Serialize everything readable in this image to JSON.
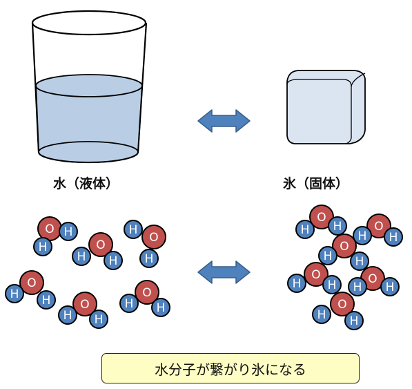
{
  "labels": {
    "water": "水（液体）",
    "ice": "氷（固体）"
  },
  "caption": "水分子が繋がり氷になる",
  "atoms": {
    "oxygen": "O",
    "hydrogen": "H"
  },
  "colors": {
    "water_fill": "#b9cde5",
    "ice_fill": "#dbe5f1",
    "arrow_fill": "#4f81bd",
    "oxygen": "#c0504d",
    "hydrogen": "#4f81bd",
    "caption_bg": "#fdfdc4"
  }
}
